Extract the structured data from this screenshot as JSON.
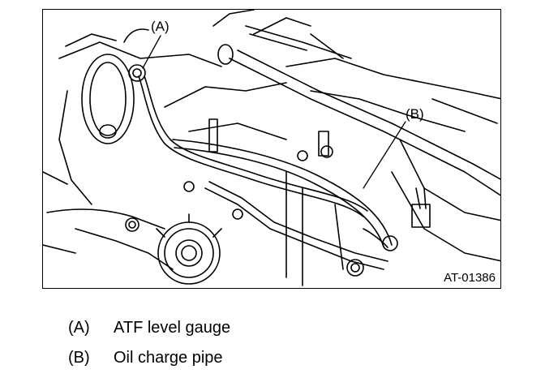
{
  "figure": {
    "callout_a": "(A)",
    "callout_b": "(B)",
    "figure_id": "AT-01386"
  },
  "legend": [
    {
      "tag": "(A)",
      "text": "ATF level gauge"
    },
    {
      "tag": "(B)",
      "text": "Oil charge pipe"
    }
  ],
  "colors": {
    "line": "#000000",
    "background": "#ffffff"
  }
}
